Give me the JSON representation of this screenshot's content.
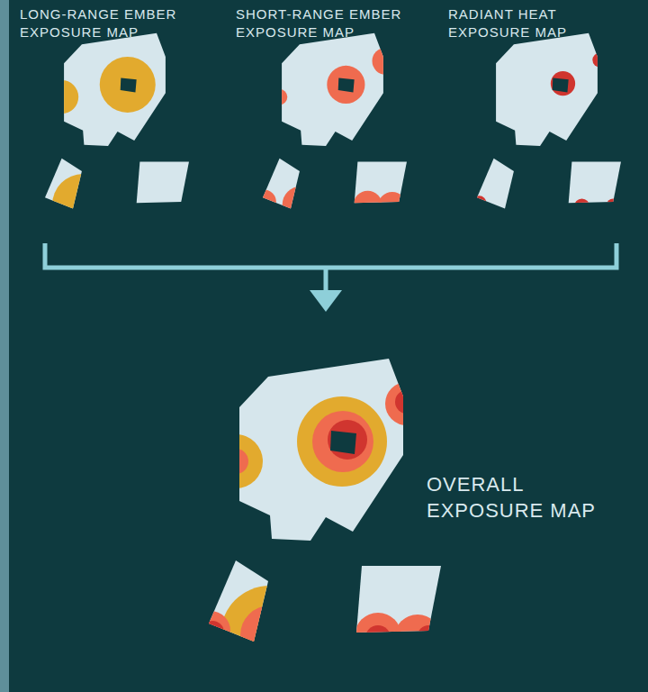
{
  "diagram": {
    "labels": [
      "LONG-RANGE EMBER EXPOSURE MAP",
      "SHORT-RANGE EMBER EXPOSURE MAP",
      "RADIANT HEAT EXPOSURE MAP",
      "OVERALL EXPOSURE MAP"
    ]
  }
}
